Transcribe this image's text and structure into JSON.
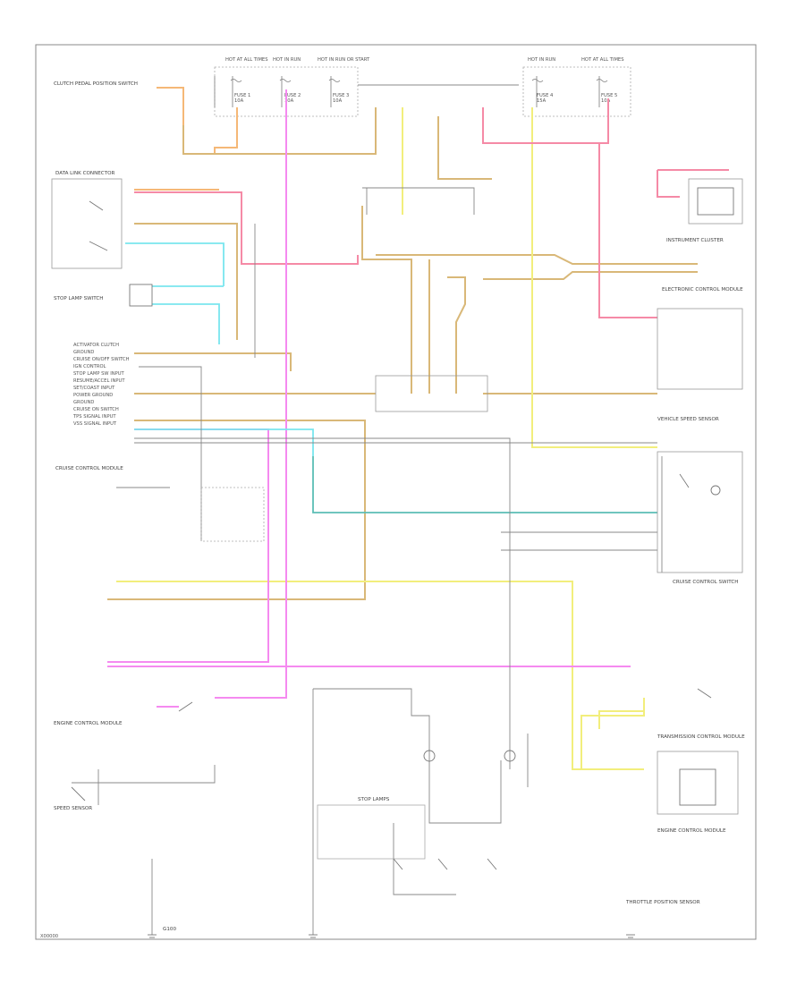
{
  "diagram": {
    "footer_code": "X00000",
    "colors": {
      "orange": "#f5b877",
      "tan": "#d9b878",
      "yellow": "#f2ee7c",
      "pink": "#f58aa6",
      "magenta": "#f58af0",
      "cyan": "#79e6ee",
      "teal": "#5bbdb5",
      "gray": "#9a9a9a",
      "dark": "#777777"
    },
    "top_fuses": [
      {
        "id": "f1",
        "top": "HOT AT ALL TIMES",
        "name": "FUSE 1",
        "amps": "10A"
      },
      {
        "id": "f2",
        "top": "HOT IN RUN",
        "name": "FUSE 2",
        "amps": "10A"
      },
      {
        "id": "f3",
        "top": "HOT IN RUN OR START",
        "name": "FUSE 3",
        "amps": "10A"
      },
      {
        "id": "f4",
        "top": "HOT IN RUN",
        "name": "FUSE 4",
        "amps": "15A"
      },
      {
        "id": "f5",
        "top": "HOT AT ALL TIMES",
        "name": "FUSE 5",
        "amps": "10A"
      }
    ],
    "left_connector_pins": [
      "ACTIVATOR CLUTCH",
      "GROUND",
      "CRUISE ON/OFF SWITCH",
      "IGN CONTROL",
      "STOP LAMP SW INPUT",
      "RESUME/ACCEL INPUT",
      "SET/COAST INPUT",
      "POWER GROUND",
      "GROUND",
      "CRUISE ON SWITCH",
      "TPS SIGNAL INPUT",
      "VSS SIGNAL INPUT"
    ],
    "component_labels": {
      "data_link": "DATA LINK CONNECTOR",
      "clutch_switch": "CLUTCH PEDAL POSITION SWITCH",
      "brake_switch": "STOP LAMP SWITCH",
      "cruise_module": "CRUISE CONTROL MODULE",
      "cruise_switch": "CRUISE CONTROL SWITCH",
      "instrument_cluster": "INSTRUMENT CLUSTER",
      "electronic_control": "ELECTRONIC CONTROL MODULE",
      "vss": "VEHICLE SPEED SENSOR",
      "transmission": "TRANSMISSION CONTROL MODULE",
      "engine_control": "ENGINE CONTROL MODULE",
      "stop_lamps": "STOP LAMPS",
      "ground": "G100",
      "right_module": "ENGINE CONTROL MODULE",
      "speed_sensor": "SPEED SENSOR",
      "throttle_position": "THROTTLE POSITION SENSOR"
    }
  }
}
